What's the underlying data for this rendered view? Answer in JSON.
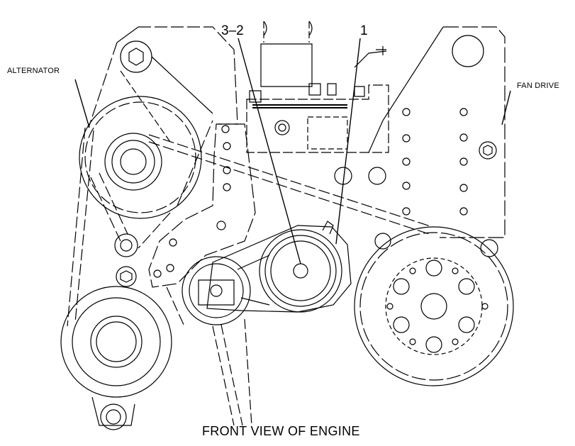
{
  "callouts": {
    "alternator": "ALTERNATOR",
    "fan_drive": "FAN DRIVE",
    "ref_a": "3–2",
    "ref_b": "1"
  },
  "caption": "FRONT VIEW OF ENGINE",
  "colors": {
    "ink": "#000000",
    "paper": "#ffffff"
  }
}
